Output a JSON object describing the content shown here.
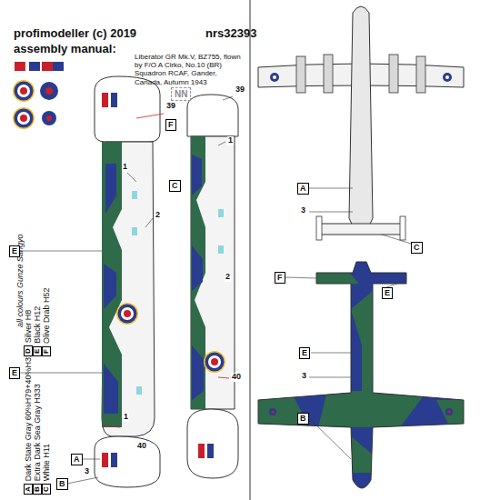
{
  "diagram": {
    "labels": [
      "profimodeller (c) 2019",
      "assembly manual:",
      "nrs32393",
      "Liberator GR Mk.V, BZ755, flown by F/O A Cirko, No.10 (BR) Squadron RCAF, Gander, Canada, Autumn 1943",
      "NN",
      "all colours Gunze Sangyo",
      "A",
      "B",
      "C",
      "D",
      "E",
      "F",
      "F",
      "39",
      "1",
      "C",
      "2",
      "E",
      "E",
      "1",
      "40",
      "A",
      "3",
      "B",
      "39",
      "1",
      "2",
      "40",
      "A",
      "3",
      "C",
      "F",
      "E",
      "E",
      "3",
      "B"
    ],
    "legend": [
      {
        "text": "Dark State Gray 60%H79+40%H32"
      },
      {
        "text": "Extra Dark Sea Gray H333"
      },
      {
        "text": "White H11"
      },
      {
        "text": "Silver H8"
      },
      {
        "text": "Black H12"
      },
      {
        "text": "Olive Drab H52"
      }
    ]
  }
}
